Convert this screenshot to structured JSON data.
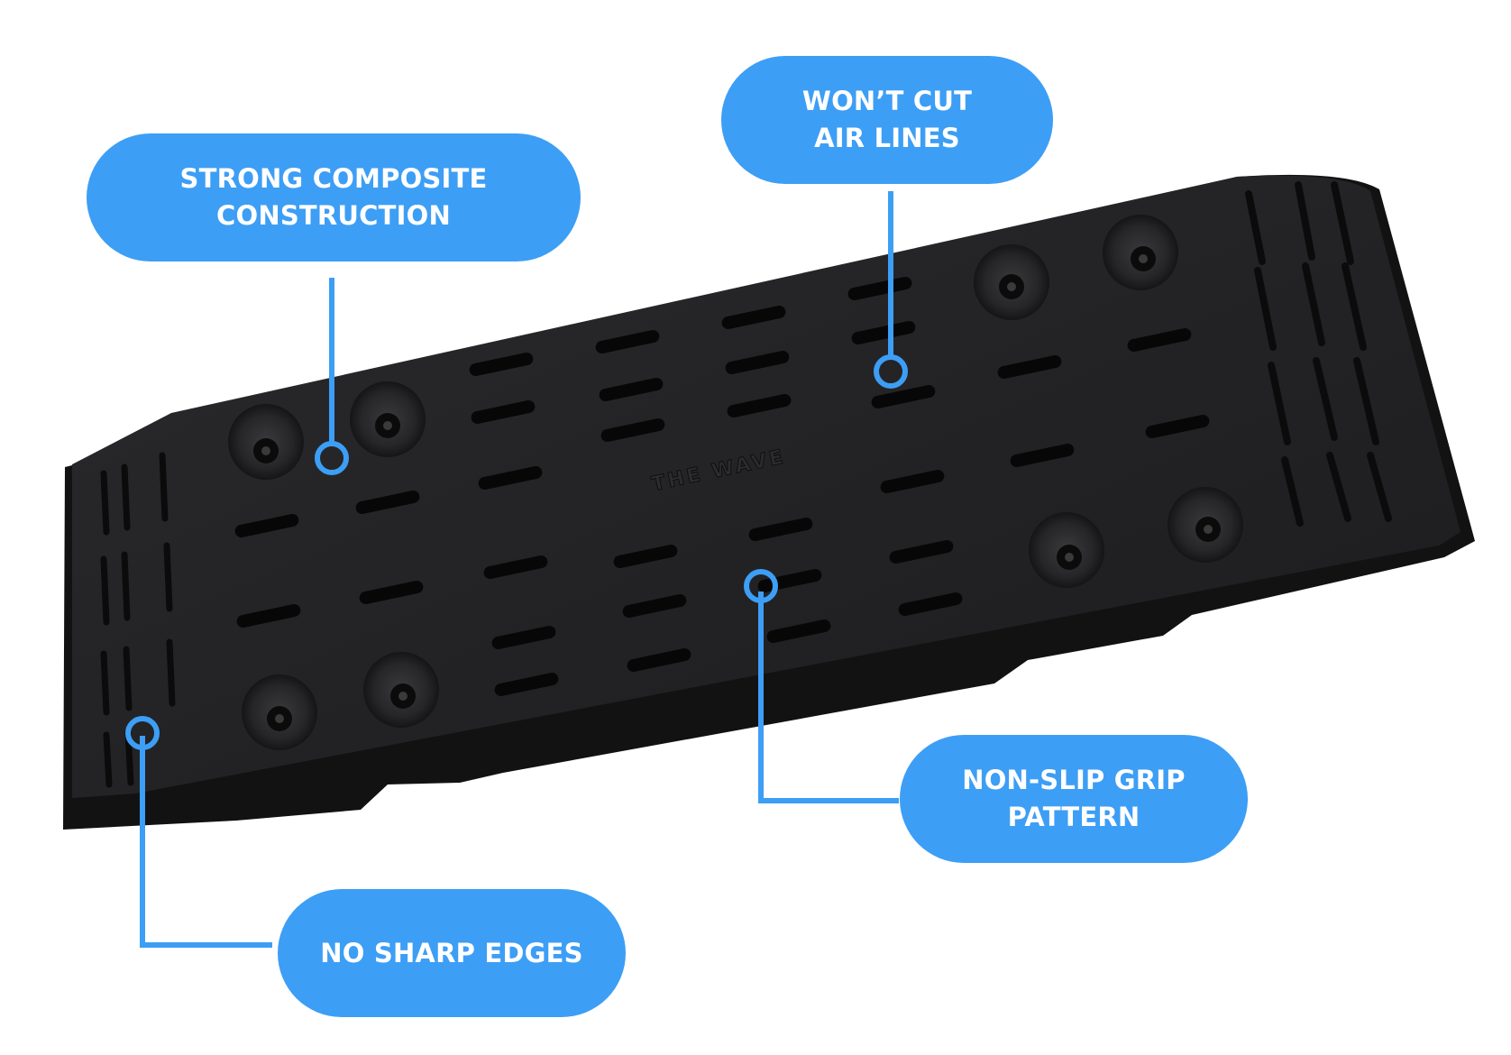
{
  "colors": {
    "accent": "#3d9ef5",
    "label_text": "#ffffff",
    "product": "#1c1c1e",
    "background": "#ffffff"
  },
  "product": {
    "name": "ramp-mat",
    "embossed_logo": "THE WAVE"
  },
  "callouts": {
    "composite": {
      "line1": "STRONG COMPOSITE",
      "line2": "CONSTRUCTION"
    },
    "air_lines": {
      "line1": "WON’T CUT",
      "line2": "AIR LINES"
    },
    "grip": {
      "line1": "NON-SLIP GRIP",
      "line2": "PATTERN"
    },
    "edges": {
      "line1": "NO SHARP EDGES"
    }
  }
}
